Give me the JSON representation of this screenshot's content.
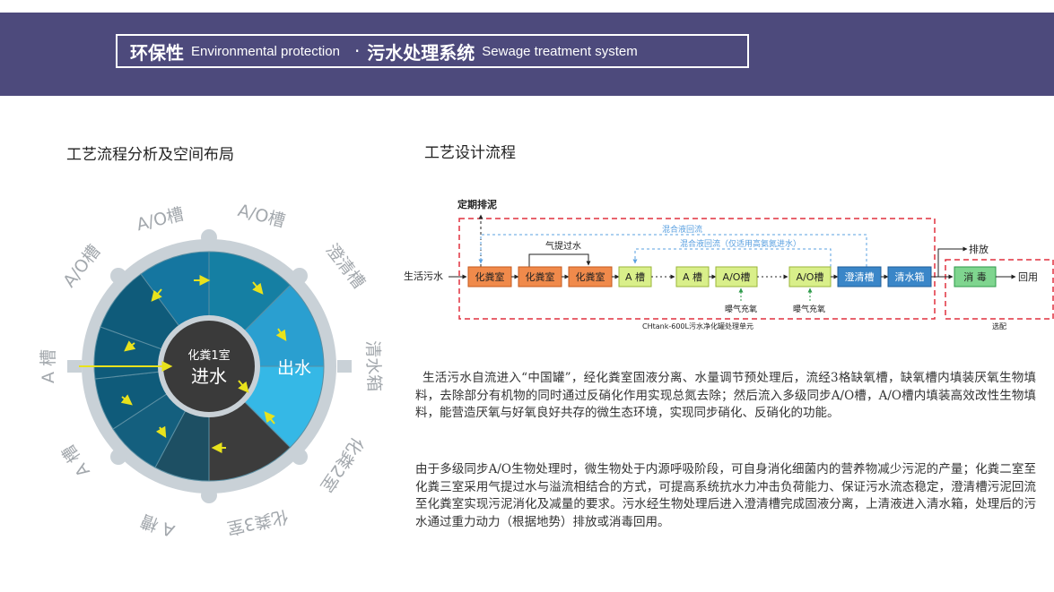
{
  "header": {
    "title_cn_1": "环保性",
    "title_en_1": "Environmental protection",
    "separator": "·",
    "title_cn_2": "污水处理系统",
    "title_en_2": "Sewage treatment system"
  },
  "left": {
    "title": "工艺流程分析及空间布局",
    "center_small": "化粪1室",
    "center_big": "进水",
    "outlet": "出水",
    "ring_labels": [
      "A/O槽",
      "A/O槽",
      "澄清槽",
      "清水箱",
      "化粪2室",
      "化粪3室",
      "A 槽",
      "A 槽",
      "A 槽",
      "A/O槽"
    ]
  },
  "right": {
    "title": "工艺设计流程",
    "flow": {
      "sludge": "定期排泥",
      "inlet": "生活污水",
      "boxes": [
        "化粪室",
        "化粪室",
        "化粪室",
        "A 槽",
        "A 槽",
        "A/O槽",
        "A/O槽",
        "澄清槽",
        "清水箱",
        "消 毒"
      ],
      "reuse": "回用",
      "discharge": "排放",
      "airlift": "气提过水",
      "return1": "混合液回流",
      "return2": "混合液回流（仅适用高氨氮进水）",
      "aeration1": "曝气充氧",
      "aeration2": "曝气充氧",
      "caption": "CHtank-600L污水净化罐处理单元",
      "caption2": "选配"
    },
    "para1": "生活污水自流进入“中国罐”，经化粪室固液分离、水量调节预处理后，流经3格缺氧槽，缺氧槽内填装厌氧生物填料，去除部分有机物的同时通过反硝化作用实现总氮去除；然后流入多级同步A/O槽，A/O槽内填装高效改性生物填料，能营造厌氧与好氧良好共存的微生态环境，实现同步硝化、反硝化的功能。",
    "para2": "由于多级同步A/O生物处理时，微生物处于内源呼吸阶段，可自身消化细菌内的营养物减少污泥的产量；化粪二室至化粪三室采用气提过水与溢流相结合的方式，可提高系统抗水力冲击负荷能力、保证污水流态稳定，澄清槽污泥回流至化粪室实现污泥消化及减量的要求。污水经生物处理后进入澄清槽完成固液分离，上清液进入清水箱，处理后的污水通过重力动力（根据地势）排放或消毒回用。"
  },
  "colors": {
    "header_bg": "#4d4a7c",
    "ring": "#c9d1d7",
    "teal_dark": "#0f5b7a",
    "teal_mid": "#157fa3",
    "cyan": "#2fb6e3",
    "gray_dark": "#3c3c3c",
    "arrow_yellow": "#e8e21c",
    "box_orange": "#f08a4b",
    "box_green": "#d9ef8a",
    "box_blue": "#3a86c8",
    "box_disinfect": "#7fd58f",
    "dash_red": "#e0303f"
  }
}
